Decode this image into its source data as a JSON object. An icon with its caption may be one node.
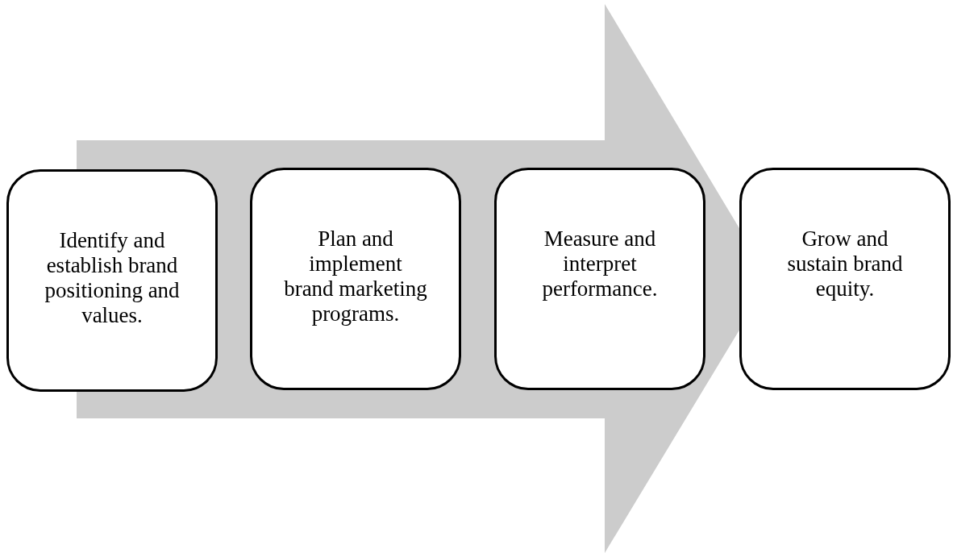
{
  "diagram": {
    "nodes": [
      {
        "text": [
          "Identify and establish brand positioning and values."
        ]
      },
      {
        "text": [
          "Plan and implement brand marketing programs."
        ]
      },
      {
        "text": [
          "Measure and interpret performance."
        ]
      },
      {
        "text": [
          "Grow and sustain brand equity."
        ]
      }
    ],
    "edges": [
      {
        "from": 0,
        "to": 3,
        "arrow": "to"
      }
    ]
  }
}
